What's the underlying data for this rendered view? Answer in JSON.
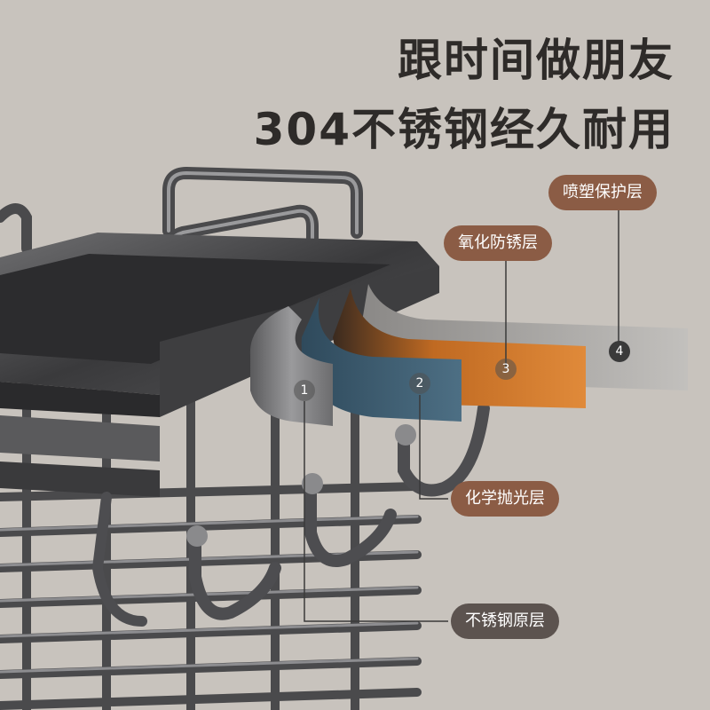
{
  "headline": {
    "line1": "跟时间做朋友",
    "line2": "304不锈钢经久耐用"
  },
  "layers": [
    {
      "number": "1",
      "label": "不锈钢原层"
    },
    {
      "number": "2",
      "label": "化学抛光层"
    },
    {
      "number": "3",
      "label": "氧化防锈层"
    },
    {
      "number": "4",
      "label": "喷塑保护层"
    }
  ],
  "colors": {
    "background": "#c8c3bd",
    "label_brown": "#8b5c45",
    "label_dark": "#5c534f",
    "layer_steel": "#8c8c8c",
    "layer_blue": "#3c5a6e",
    "layer_orange": "#c06a22",
    "layer_silver": "#b5b3b0"
  }
}
